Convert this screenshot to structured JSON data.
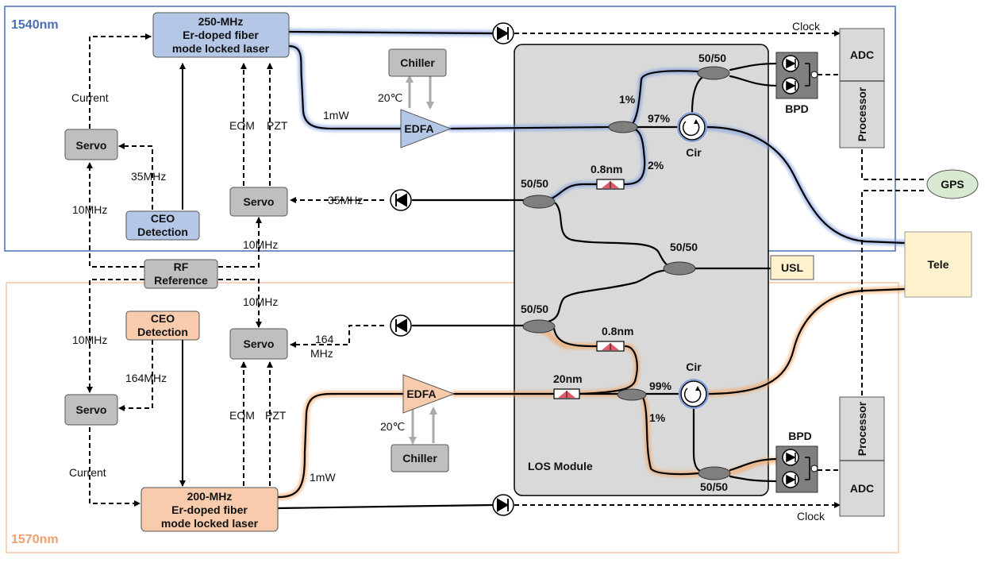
{
  "bands": {
    "upper_label": "1540nm",
    "lower_label": "1570nm",
    "upper_color": "#4a6fb5",
    "lower_color": "#f0a070"
  },
  "colors": {
    "blue_fill": "#b4c7e7",
    "orange_fill": "#f8cbad",
    "gray_fill": "#bfbfbf",
    "module_fill": "#d9d9d9",
    "blue_glow": "#7f9fe0",
    "orange_glow": "#f4a460",
    "gps_fill": "#d9ead3",
    "tele_fill": "#fff2cc",
    "usl_fill": "#fff2cc"
  },
  "blocks": {
    "laser_top": [
      "250-MHz",
      "Er-doped fiber",
      "mode locked laser"
    ],
    "laser_bottom": [
      "200-MHz",
      "Er-doped fiber",
      "mode locked laser"
    ],
    "servo": "Servo",
    "ceo": [
      "CEO",
      "Detection"
    ],
    "rf": [
      "RF",
      "Reference"
    ],
    "chiller": "Chiller",
    "edfa": "EDFA",
    "adc": "ADC",
    "processor": "Processor",
    "bpd": "BPD",
    "gps": "GPS",
    "tele": "Tele",
    "usl": "USL",
    "los_module": "LOS Module",
    "cir": "Cir"
  },
  "labels": {
    "current": "Current",
    "freq_35": "35MHz",
    "freq_10": "10MHz",
    "freq_164": "164MHz",
    "freq_164_a": "164",
    "freq_164_b": "MHz",
    "eom": "EOM",
    "pzt": "PZT",
    "temp": "20℃",
    "power": "1mW",
    "clock": "Clock",
    "split_5050": "50/50",
    "pct_1": "1%",
    "pct_2": "2%",
    "pct_97": "97%",
    "pct_99": "99%",
    "filter_08": "0.8nm",
    "filter_20": "20nm"
  }
}
